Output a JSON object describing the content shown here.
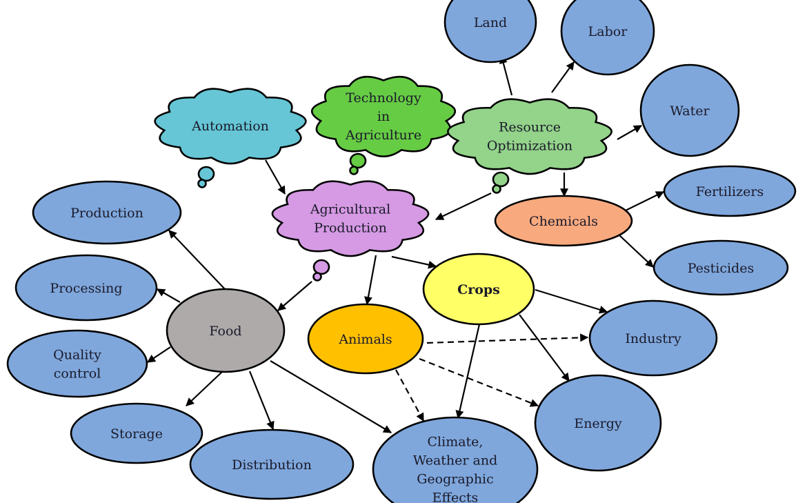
{
  "diagram": {
    "title": "Technology in Agriculture concept map",
    "colors": {
      "automation": "#66c6d6",
      "technology": "#66cc44",
      "resource": "#93d38a",
      "agricultural_production": "#d59ae3",
      "chemicals": "#f8a97e",
      "crops": "#ffff66",
      "animals": "#ffc000",
      "food": "#aeaaaa",
      "leaf": "#7fa7dc",
      "stroke": "#000000",
      "text": "#1a1a2a"
    },
    "nodes": [
      {
        "id": "automation",
        "shape": "cloud",
        "lines": [
          "Automation"
        ],
        "color_key": "automation"
      },
      {
        "id": "technology",
        "shape": "cloud",
        "lines": [
          "Technology",
          "in",
          "Agriculture"
        ],
        "color_key": "technology"
      },
      {
        "id": "resource",
        "shape": "cloud",
        "lines": [
          "Resource",
          "Optimization"
        ],
        "color_key": "resource"
      },
      {
        "id": "agricultural_production",
        "shape": "cloud",
        "lines": [
          "Agricultural",
          "Production"
        ],
        "color_key": "agricultural_production"
      },
      {
        "id": "land",
        "shape": "ellipse",
        "lines": [
          "Land"
        ],
        "color_key": "leaf"
      },
      {
        "id": "labor",
        "shape": "ellipse",
        "lines": [
          "Labor"
        ],
        "color_key": "leaf"
      },
      {
        "id": "water",
        "shape": "ellipse",
        "lines": [
          "Water"
        ],
        "color_key": "leaf"
      },
      {
        "id": "chemicals",
        "shape": "ellipse",
        "lines": [
          "Chemicals"
        ],
        "color_key": "chemicals"
      },
      {
        "id": "fertilizers",
        "shape": "ellipse",
        "lines": [
          "Fertilizers"
        ],
        "color_key": "leaf"
      },
      {
        "id": "pesticides",
        "shape": "ellipse",
        "lines": [
          "Pesticides"
        ],
        "color_key": "leaf"
      },
      {
        "id": "crops",
        "shape": "ellipse",
        "lines": [
          "Crops"
        ],
        "color_key": "crops",
        "bold": true
      },
      {
        "id": "animals",
        "shape": "ellipse",
        "lines": [
          "Animals"
        ],
        "color_key": "animals"
      },
      {
        "id": "food",
        "shape": "ellipse",
        "lines": [
          "Food"
        ],
        "color_key": "food"
      },
      {
        "id": "production",
        "shape": "ellipse",
        "lines": [
          "Production"
        ],
        "color_key": "leaf"
      },
      {
        "id": "processing",
        "shape": "ellipse",
        "lines": [
          "Processing"
        ],
        "color_key": "leaf"
      },
      {
        "id": "quality_control",
        "shape": "ellipse",
        "lines": [
          "Quality",
          "control"
        ],
        "color_key": "leaf"
      },
      {
        "id": "storage",
        "shape": "ellipse",
        "lines": [
          "Storage"
        ],
        "color_key": "leaf"
      },
      {
        "id": "distribution",
        "shape": "ellipse",
        "lines": [
          "Distribution"
        ],
        "color_key": "leaf"
      },
      {
        "id": "climate",
        "shape": "ellipse",
        "lines": [
          "Climate,",
          "Weather and",
          "Geographic",
          "Effects"
        ],
        "color_key": "leaf"
      },
      {
        "id": "industry",
        "shape": "ellipse",
        "lines": [
          "Industry"
        ],
        "color_key": "leaf"
      },
      {
        "id": "energy",
        "shape": "ellipse",
        "lines": [
          "Energy"
        ],
        "color_key": "leaf"
      }
    ],
    "edges": [
      {
        "from": "automation",
        "to": "agricultural_production",
        "style": "solid"
      },
      {
        "from": "resource",
        "to": "agricultural_production",
        "style": "solid"
      },
      {
        "from": "resource",
        "to": "land",
        "style": "solid"
      },
      {
        "from": "resource",
        "to": "labor",
        "style": "solid"
      },
      {
        "from": "resource",
        "to": "water",
        "style": "solid"
      },
      {
        "from": "resource",
        "to": "chemicals",
        "style": "solid"
      },
      {
        "from": "chemicals",
        "to": "fertilizers",
        "style": "solid"
      },
      {
        "from": "chemicals",
        "to": "pesticides",
        "style": "solid"
      },
      {
        "from": "agricultural_production",
        "to": "food",
        "style": "solid"
      },
      {
        "from": "agricultural_production",
        "to": "animals",
        "style": "solid"
      },
      {
        "from": "agricultural_production",
        "to": "crops",
        "style": "solid"
      },
      {
        "from": "food",
        "to": "production",
        "style": "solid"
      },
      {
        "from": "food",
        "to": "processing",
        "style": "solid"
      },
      {
        "from": "food",
        "to": "quality_control",
        "style": "solid"
      },
      {
        "from": "food",
        "to": "storage",
        "style": "solid"
      },
      {
        "from": "food",
        "to": "distribution",
        "style": "solid"
      },
      {
        "from": "food",
        "to": "climate",
        "style": "solid"
      },
      {
        "from": "crops",
        "to": "industry",
        "style": "solid"
      },
      {
        "from": "crops",
        "to": "energy",
        "style": "solid"
      },
      {
        "from": "crops",
        "to": "climate",
        "style": "solid"
      },
      {
        "from": "animals",
        "to": "industry",
        "style": "dashed"
      },
      {
        "from": "animals",
        "to": "energy",
        "style": "dashed"
      },
      {
        "from": "animals",
        "to": "climate",
        "style": "dashed"
      }
    ]
  }
}
